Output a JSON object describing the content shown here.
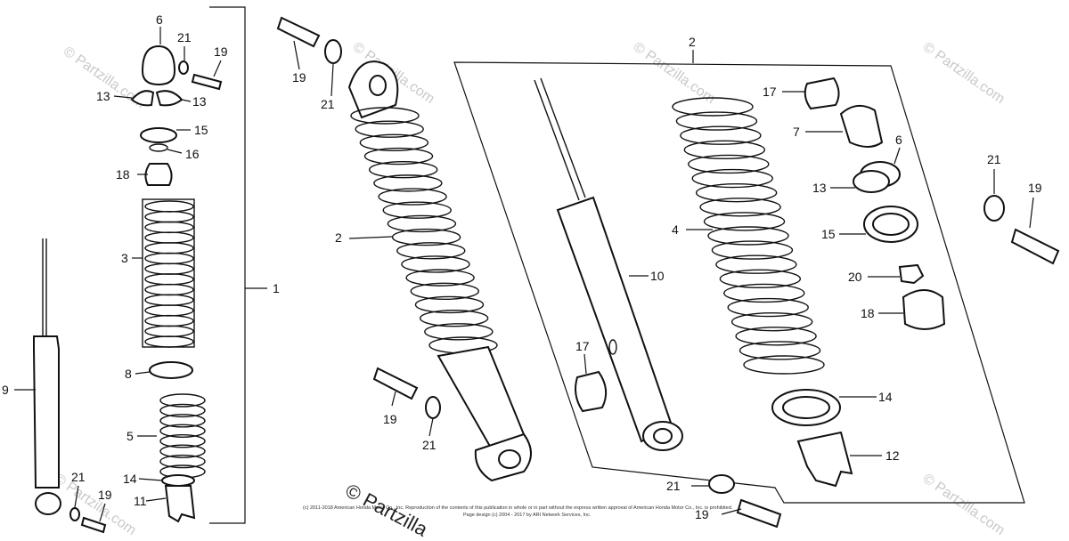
{
  "callouts": [
    "1",
    "2",
    "2",
    "3",
    "4",
    "5",
    "6",
    "6",
    "7",
    "8",
    "9",
    "10",
    "11",
    "12",
    "13",
    "13",
    "13",
    "14",
    "14",
    "15",
    "15",
    "16",
    "17",
    "17",
    "18",
    "18",
    "19",
    "19",
    "19",
    "19",
    "19",
    "20",
    "21",
    "21",
    "21",
    "21",
    "21"
  ],
  "watermarks": [
    "© Partzilla.com",
    "© Partzilla.com",
    "© Partzilla.com",
    "© Partzilla.com",
    "© Partzilla.com",
    "© Partzilla.com"
  ],
  "bottom_watermark": "© Partzilla",
  "copyright_line1": "(c) 2011-2018 American Honda Motor Co., Inc. Reproduction of the contents of this publication in whole or in part without the express written approval of American Honda Motor Co., Inc. is prohibited.",
  "copyright_line2": "Page design (c) 2004 - 2017 by ARI Network Services, Inc."
}
